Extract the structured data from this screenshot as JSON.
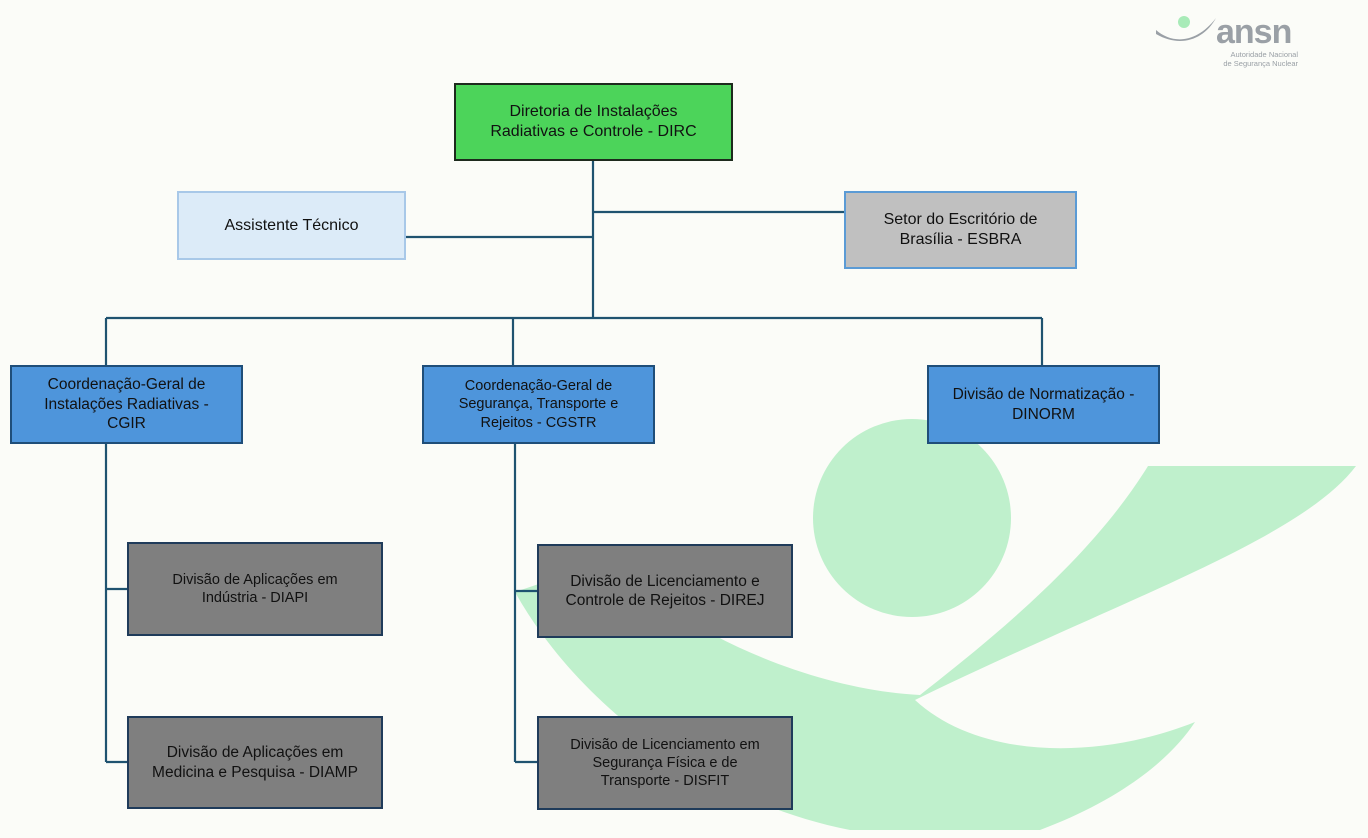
{
  "colors": {
    "background": "#fbfcf8",
    "connector": "#1f5370",
    "watermark": "#bff0cc",
    "director_fill": "#4cd45a",
    "coord_fill": "#4e95db",
    "division_fill": "#7f7f7f",
    "assistant_fill": "#dcebf8",
    "office_fill": "#c0c0c0"
  },
  "logo": {
    "word": "ansn",
    "line1": "Autoridade Nacional",
    "line2": "de Segurança Nuclear"
  },
  "nodes": {
    "dirc": "Diretoria de Instalações Radiativas e Controle - DIRC",
    "assistente": "Assistente Técnico",
    "esbra": "Setor do Escritório de Brasília - ESBRA",
    "cgir": "Coordenação-Geral de Instalações Radiativas - CGIR",
    "cgstr": "Coordenação-Geral de Segurança, Transporte e Rejeitos - CGSTR",
    "dinorm": "Divisão de Normatização - DINORM",
    "diapi": "Divisão de Aplicações em Indústria - DIAPI",
    "diamp": "Divisão de Aplicações em Medicina e Pesquisa - DIAMP",
    "direj": "Divisão de Licenciamento e Controle de Rejeitos - DIREJ",
    "disfit": "Divisão de Licenciamento em Segurança Física e de Transporte - DISFIT"
  }
}
